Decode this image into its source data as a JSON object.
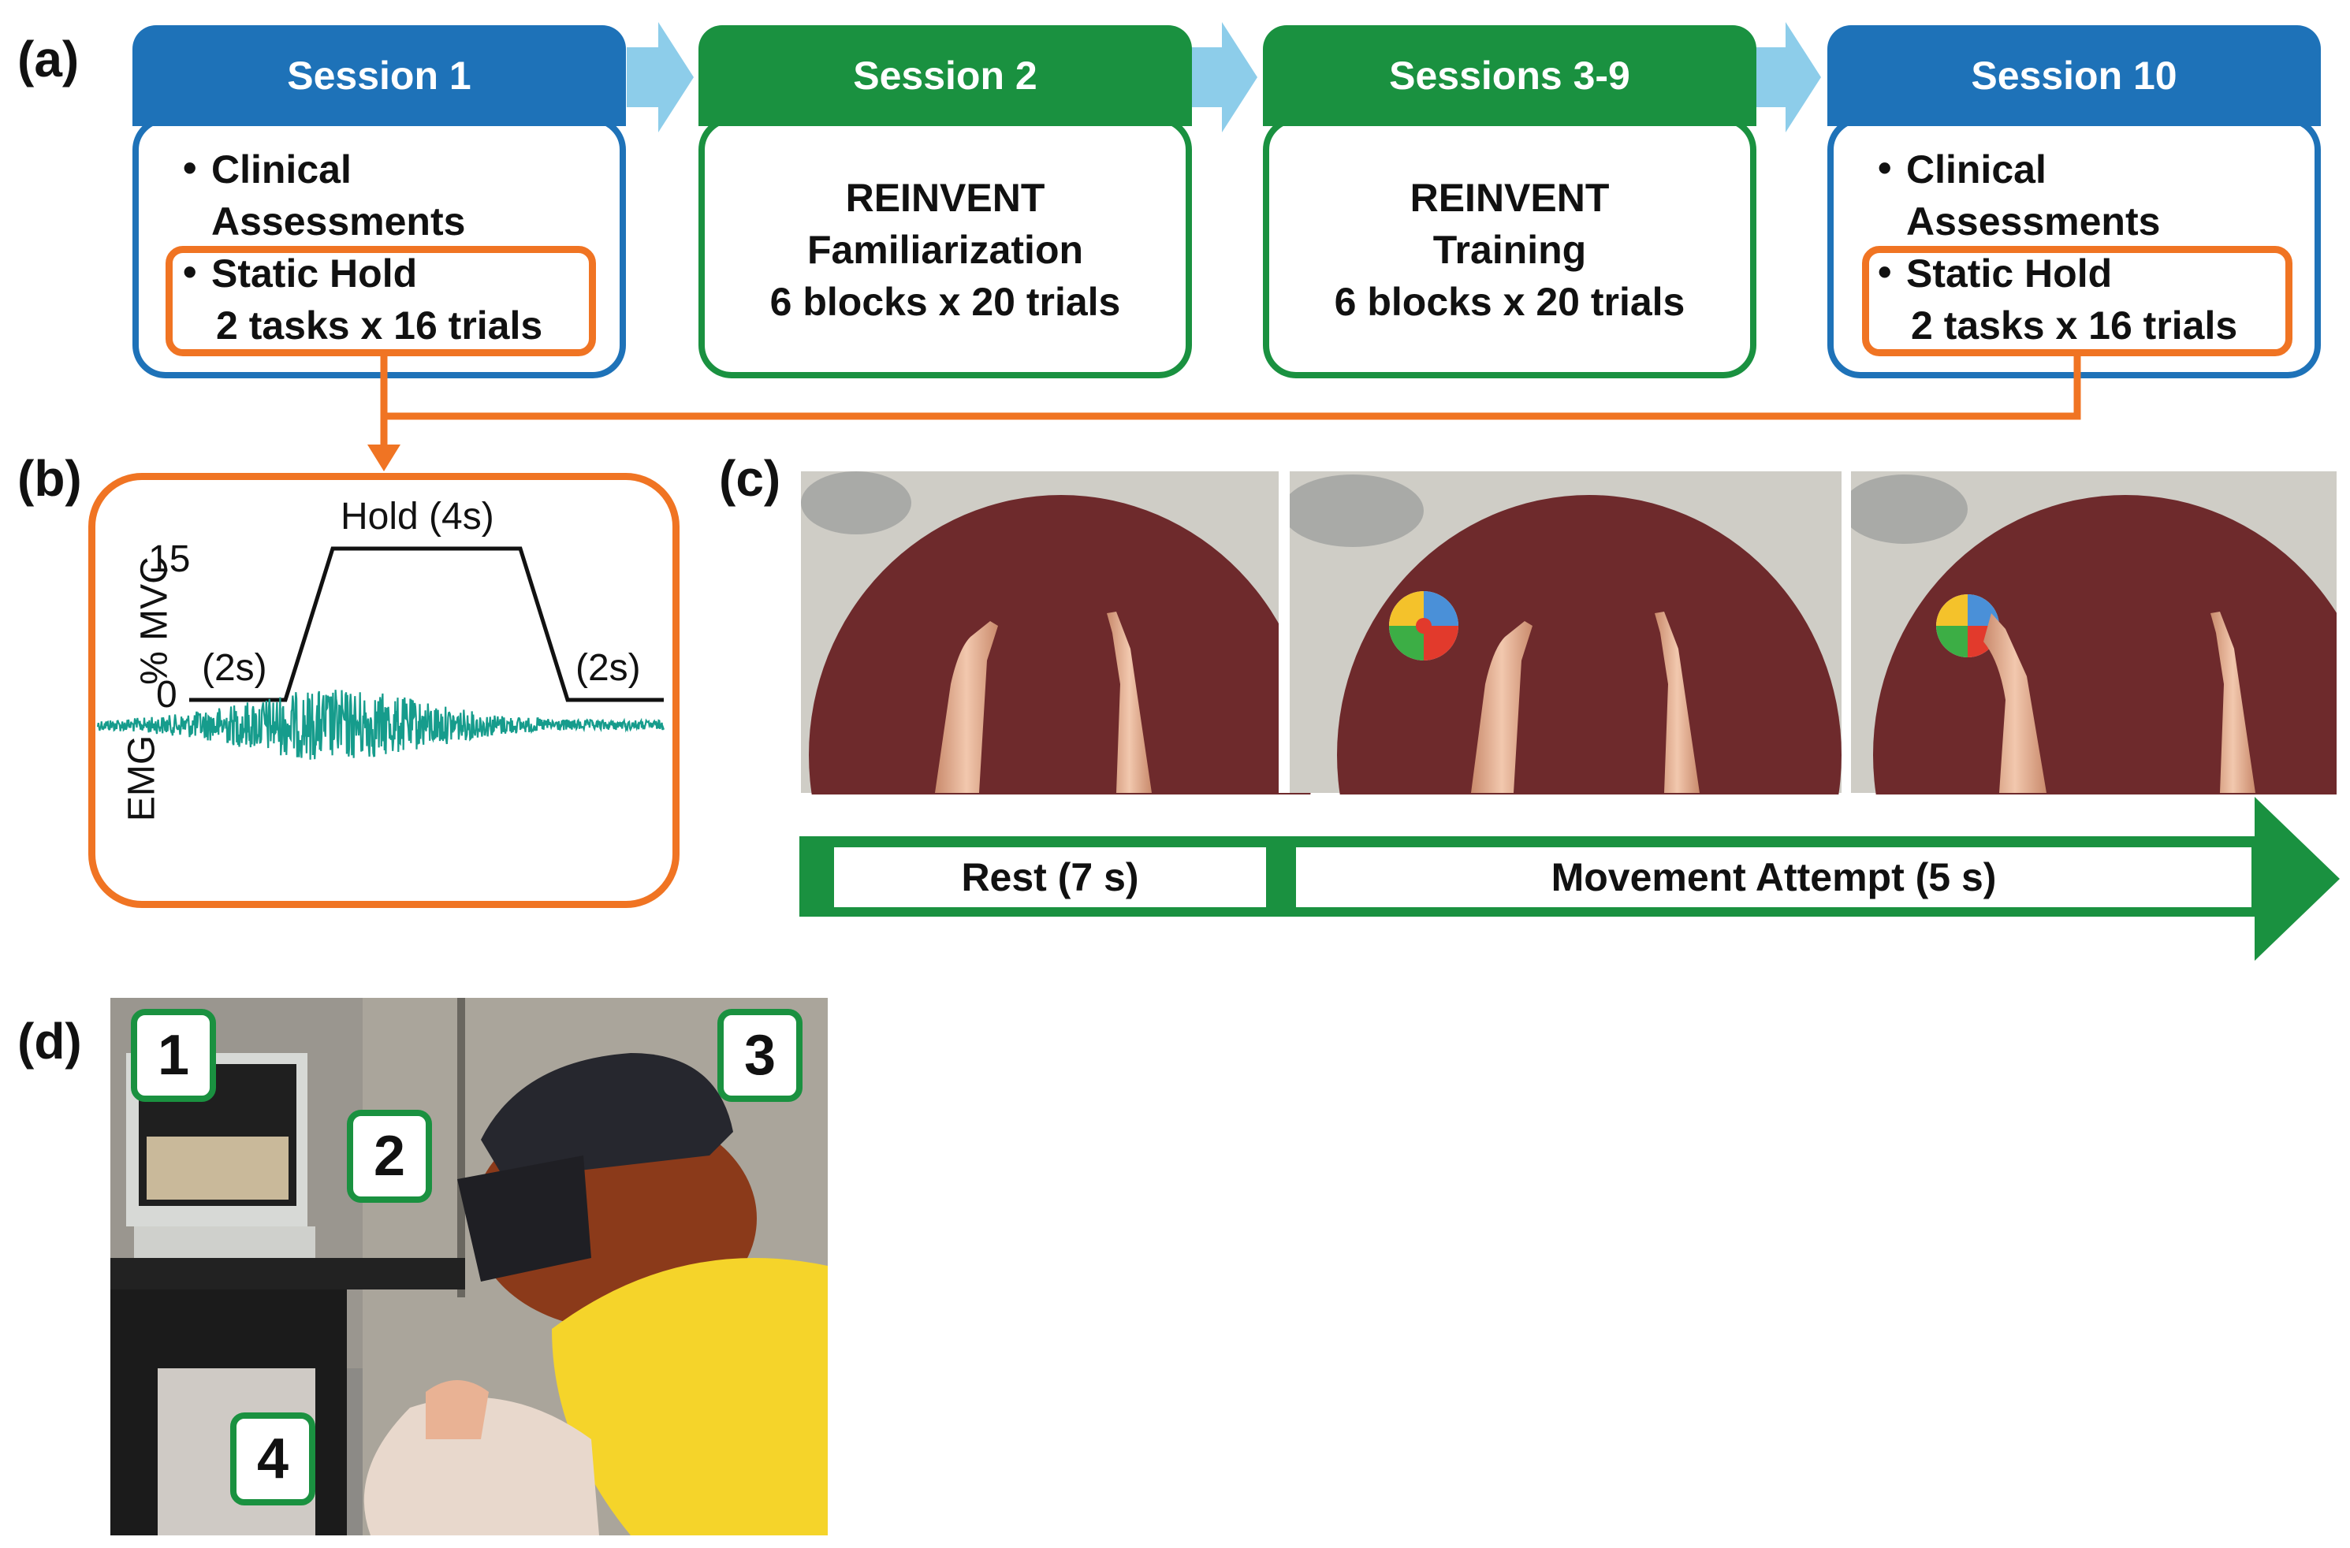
{
  "panels": {
    "a": "(a)",
    "b": "(b)",
    "c": "(c)",
    "d": "(d)"
  },
  "sessions": [
    {
      "title": "Session 1",
      "color": "blue",
      "bullets": [
        "Clinical",
        "Assessments",
        "Static Hold",
        "2 tasks x 16 trials"
      ]
    },
    {
      "title": "Session 2",
      "color": "green",
      "lines": [
        "REINVENT",
        "Familiarization",
        "6 blocks x 20 trials"
      ]
    },
    {
      "title": "Sessions 3-9",
      "color": "green",
      "lines": [
        "REINVENT",
        "Training",
        "6 blocks x 20 trials"
      ]
    },
    {
      "title": "Session 10",
      "color": "blue",
      "bullets": [
        "Clinical",
        "Assessments",
        "Static Hold",
        "2 tasks x 16 trials"
      ]
    }
  ],
  "protocol_plot": {
    "hold_label": "Hold (4s)",
    "y_top_tick": "15",
    "y_bottom_tick": "0",
    "y_label": "% MVC",
    "ramp_left_label": "(2s)",
    "ramp_right_label": "(2s)",
    "emg_label": "EMG"
  },
  "timeline": {
    "rest_label": "Rest (7 s)",
    "movement_label": "Movement Attempt (5 s)"
  },
  "setup_labels": [
    "1",
    "2",
    "3",
    "4"
  ],
  "colors": {
    "blue": "#1e72b8",
    "green": "#1a9140",
    "orange": "#f07423",
    "light_blue_arrow": "#8dcdea",
    "emg": "#169c8c"
  }
}
